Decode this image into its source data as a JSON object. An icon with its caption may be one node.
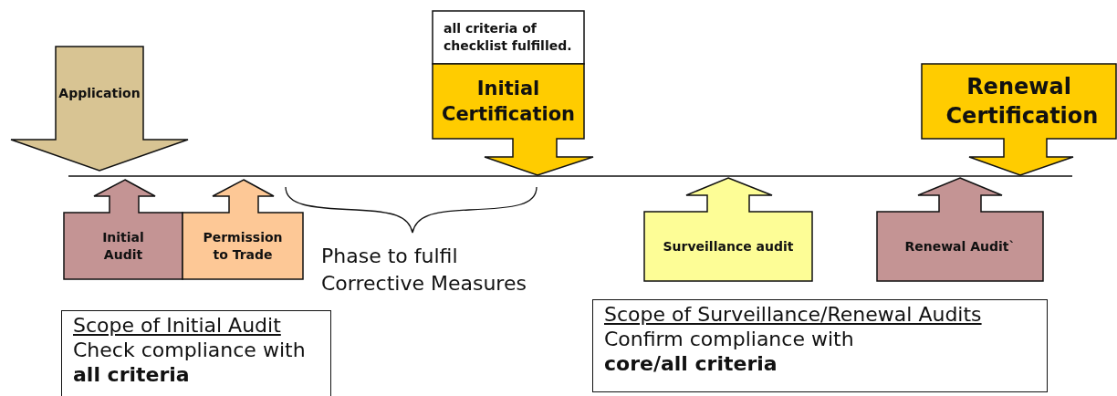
{
  "diagram": {
    "nodes": [
      {
        "text": [
          "Application"
        ]
      },
      {
        "text": [
          "all criteria of checklist fulfilled."
        ]
      },
      {
        "text": [
          "Initial Certification"
        ]
      },
      {
        "text": [
          "Renewal Certification"
        ]
      },
      {
        "text": [
          "Initial Audit"
        ]
      },
      {
        "text": [
          "Permission to Trade"
        ]
      },
      {
        "text": [
          "Surveillance audit"
        ]
      },
      {
        "text": [
          "Renewal Audit`"
        ]
      },
      {
        "text": [
          "Scope of Initial Audit",
          "Check compliance with **all criteria**"
        ]
      },
      {
        "text": [
          "Scope of Surveillance/Renewal Audits",
          "Confirm compliance with **core/all criteria**"
        ]
      }
    ],
    "labels": [
      "Phase to fulfil Corrective Measures"
    ]
  }
}
